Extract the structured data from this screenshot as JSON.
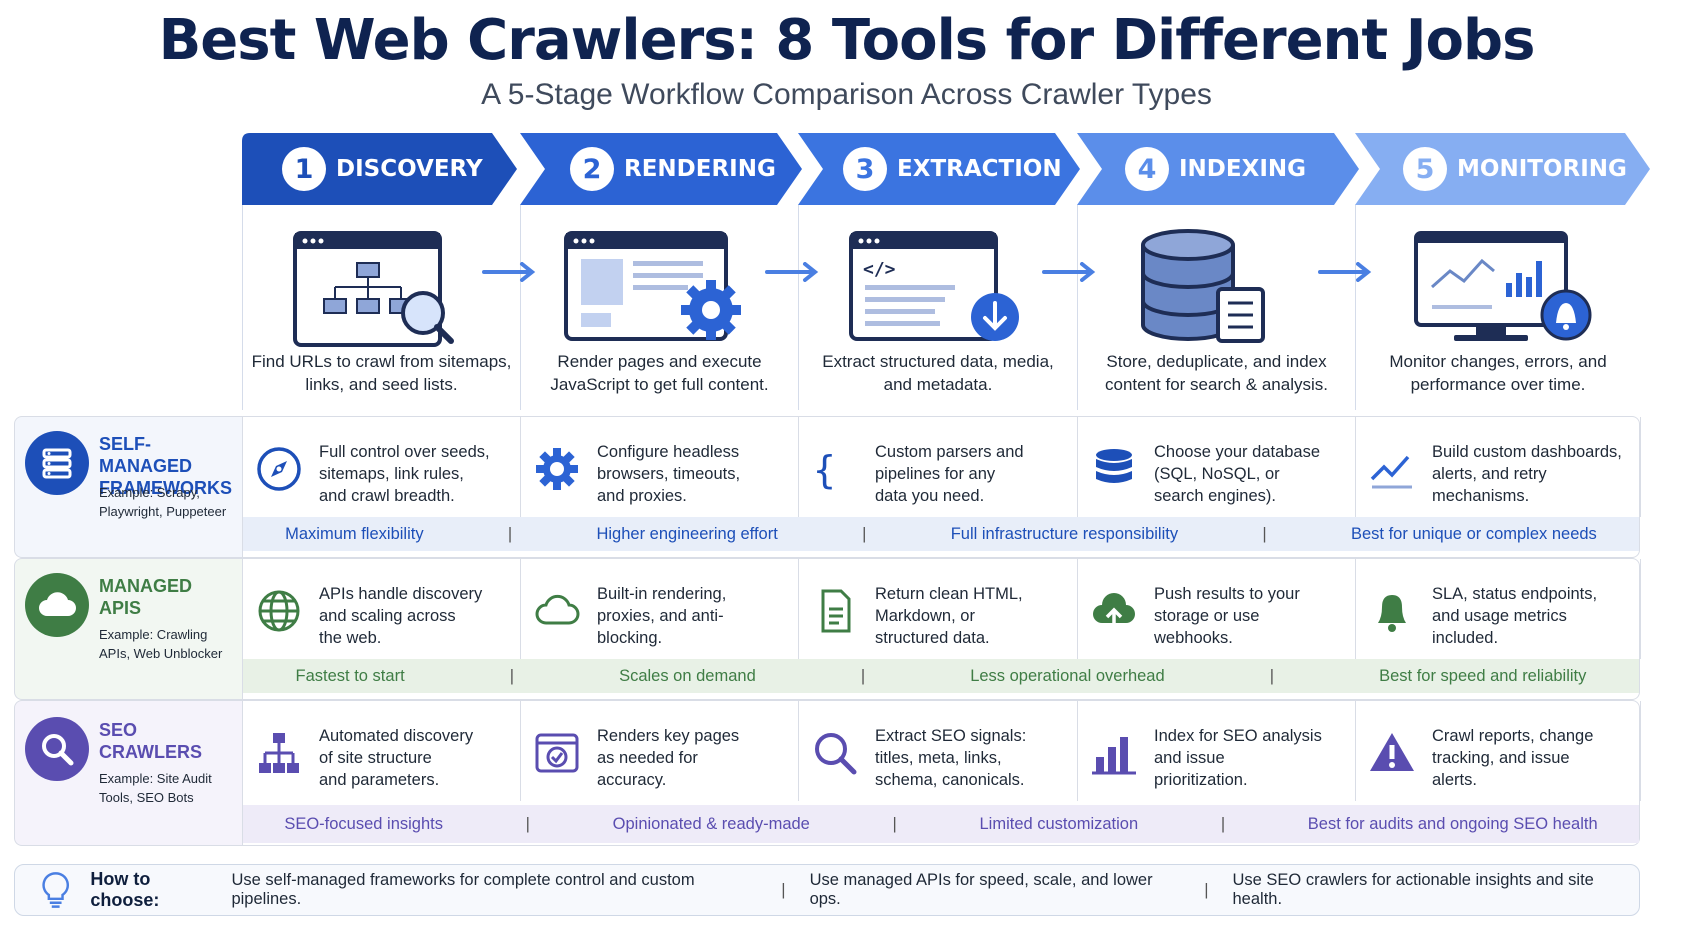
{
  "title": "Best Web Crawlers: 8 Tools for Different Jobs",
  "subtitle": "A 5-Stage Workflow Comparison Across Crawler Types",
  "colors": {
    "stage1": "#1d4fb8",
    "stage2": "#2c63d4",
    "stage3": "#3b74e0",
    "stage4": "#5b8eea",
    "stage5": "#86aef2",
    "self_managed": "#1d4fb8",
    "managed": "#3f7d45",
    "seo": "#5a4db0"
  },
  "stages": [
    {
      "num": "1",
      "label": "DISCOVERY",
      "desc": "Find URLs to crawl from sitemaps, links, and seed lists.",
      "icon": "sitemap-browser-search-icon"
    },
    {
      "num": "2",
      "label": "RENDERING",
      "desc": "Render pages and execute JavaScript to get full content.",
      "icon": "browser-gear-icon"
    },
    {
      "num": "3",
      "label": "EXTRACTION",
      "desc": "Extract structured data, media, and metadata.",
      "icon": "code-browser-download-icon"
    },
    {
      "num": "4",
      "label": "INDEXING",
      "desc": "Store, deduplicate, and index content for search & analysis.",
      "icon": "database-document-icon"
    },
    {
      "num": "5",
      "label": "MONITORING",
      "desc": "Monitor changes, errors, and performance over time.",
      "icon": "monitor-chart-bell-icon"
    }
  ],
  "rows": [
    {
      "title_line1": "SELF-MANAGED",
      "title_line2": "FRAMEWORKS",
      "example_line1": "Example: Scrapy,",
      "example_line2": "Playwright, Puppeteer",
      "icon": "server-icon",
      "cells": [
        {
          "icon": "compass-icon",
          "text": [
            "Full control over seeds,",
            "sitemaps, link rules,",
            "and crawl breadth."
          ]
        },
        {
          "icon": "gear-icon",
          "text": [
            "Configure headless",
            "browsers, timeouts,",
            "and proxies."
          ]
        },
        {
          "icon": "braces-icon",
          "text": [
            "Custom parsers and",
            "pipelines for any",
            "data you need."
          ]
        },
        {
          "icon": "database-icon",
          "text": [
            "Choose your database",
            "(SQL, NoSQL, or",
            "search engines)."
          ]
        },
        {
          "icon": "trend-line-icon",
          "text": [
            "Build custom dashboards,",
            "alerts, and retry",
            "mechanisms."
          ]
        }
      ],
      "strip": [
        "Maximum flexibility",
        "Higher engineering effort",
        "Full infrastructure responsibility",
        "Best for unique or complex needs"
      ]
    },
    {
      "title_line1": "MANAGED",
      "title_line2": "APIS",
      "example_line1": "Example: Crawling",
      "example_line2": "APIs, Web Unblocker",
      "icon": "cloud-icon",
      "cells": [
        {
          "icon": "globe-icon",
          "text": [
            "APIs handle discovery",
            "and scaling across",
            "the web."
          ]
        },
        {
          "icon": "cloud-outline-icon",
          "text": [
            "Built-in rendering,",
            "proxies, and anti-",
            "blocking."
          ]
        },
        {
          "icon": "document-icon",
          "text": [
            "Return clean HTML,",
            "Markdown, or",
            "structured data."
          ]
        },
        {
          "icon": "cloud-upload-icon",
          "text": [
            "Push results to your",
            "storage or use",
            "webhooks."
          ]
        },
        {
          "icon": "bell-icon",
          "text": [
            "SLA, status endpoints,",
            "and usage metrics",
            "included."
          ]
        }
      ],
      "strip": [
        "Fastest to start",
        "Scales on demand",
        "Less operational overhead",
        "Best for speed and reliability"
      ]
    },
    {
      "title_line1": "SEO",
      "title_line2": "CRAWLERS",
      "example_line1": "Example: Site Audit",
      "example_line2": "Tools, SEO Bots",
      "icon": "magnifier-icon",
      "cells": [
        {
          "icon": "hierarchy-icon",
          "text": [
            "Automated discovery",
            "of site structure",
            "and parameters."
          ]
        },
        {
          "icon": "browser-check-icon",
          "text": [
            "Renders key pages",
            "as needed for",
            "accuracy."
          ]
        },
        {
          "icon": "search-icon",
          "text": [
            "Extract SEO signals:",
            "titles, meta, links,",
            "schema, canonicals."
          ]
        },
        {
          "icon": "bar-chart-icon",
          "text": [
            "Index for SEO analysis",
            "and issue",
            "prioritization."
          ]
        },
        {
          "icon": "warning-icon",
          "text": [
            "Crawl reports, change",
            "tracking, and issue",
            "alerts."
          ]
        }
      ],
      "strip": [
        "SEO-focused insights",
        "Opinionated & ready-made",
        "Limited customization",
        "Best for audits and ongoing SEO health"
      ]
    }
  ],
  "footer": {
    "icon": "lightbulb-icon",
    "heading": "How to choose:",
    "tips": [
      "Use self-managed frameworks for complete control and custom pipelines.",
      "Use managed APIs for speed, scale, and lower ops.",
      "Use SEO crawlers for actionable insights and site health."
    ],
    "separator": "|"
  }
}
